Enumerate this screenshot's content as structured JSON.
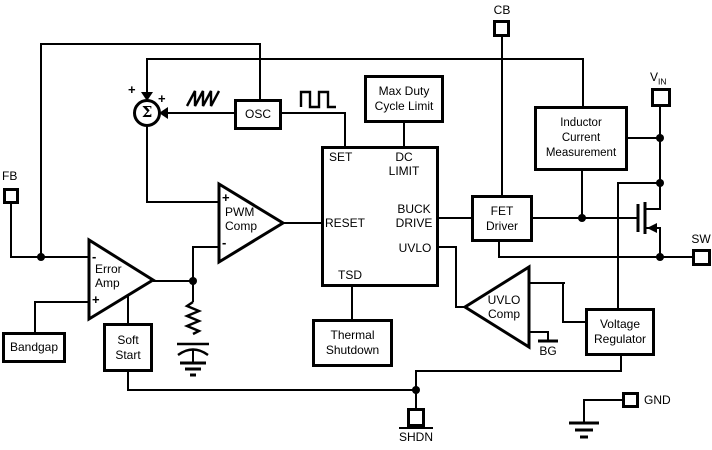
{
  "pins": {
    "cb": {
      "label": "CB"
    },
    "vin": {
      "label": "V",
      "sub": "IN"
    },
    "fb": {
      "label": "FB"
    },
    "sw": {
      "label": "SW"
    },
    "gnd": {
      "label": "GND"
    },
    "shdn": {
      "label": "SHDN"
    },
    "bg": {
      "label": "BG"
    }
  },
  "blocks": {
    "osc": "OSC",
    "max_duty": "Max Duty\nCycle Limit",
    "inductor_current": "Inductor\nCurrent\nMeasurement",
    "fet_driver": "FET\nDriver",
    "voltage_regulator": "Voltage\nRegulator",
    "thermal_shutdown": "Thermal\nShutdown",
    "bandgap": "Bandgap",
    "soft_start": "Soft\nStart"
  },
  "control_block": {
    "set": "SET",
    "dc_limit": "DC\nLIMIT",
    "reset": "RESET",
    "buck_drive": "BUCK\nDRIVE",
    "uvlo": "UVLO",
    "tsd": "TSD"
  },
  "comparators": {
    "error_amp": "Error\nAmp",
    "pwm_comp": "PWM\nComp",
    "uvlo_comp": "UVLO\nComp"
  },
  "symbols": {
    "sigma": "Σ",
    "plus": "+",
    "minus": "-"
  },
  "colors": {
    "line": "#000000",
    "background": "#ffffff"
  }
}
